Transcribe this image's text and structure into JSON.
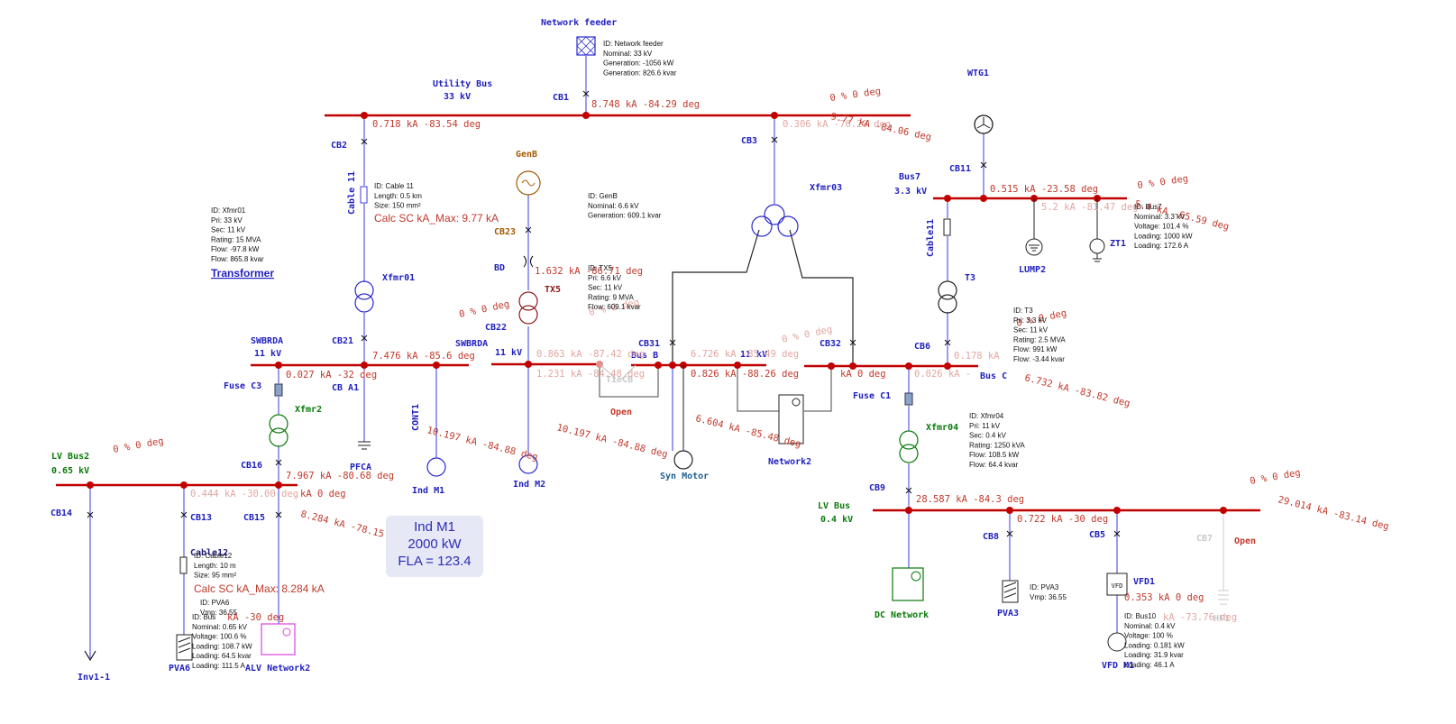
{
  "labels": {
    "network_feeder": "Network feeder",
    "utility_bus": "Utility Bus",
    "utility_bus_kv": "33 kV",
    "cb1": "CB1",
    "cb2": "CB2",
    "cb3": "CB3",
    "cable11": "Cable 11",
    "genb": "GenB",
    "cb23": "CB23",
    "bd": "BD",
    "tx5": "TX5",
    "cb22": "CB22",
    "xfmr01": "Xfmr01",
    "xfmr03": "Xfmr03",
    "wtg1": "WTG1",
    "bus7": "Bus7",
    "bus7_kv": "3.3 kV",
    "cb11": "CB11",
    "cable11b": "Cable11",
    "lump2": "LUMP2",
    "zt1": "ZT1",
    "t3": "T3",
    "cb6": "CB6",
    "bus_c": "Bus C",
    "swbrda_left": "SWBRDA",
    "swbrda_left_kv": "11 kV",
    "cb21": "CB21",
    "fuse_c3": "Fuse C3",
    "cb_a1": "CB A1",
    "xfmr2": "Xfmr2",
    "cont1": "CONT1",
    "pfca": "PFCA",
    "ind_m1": "Ind M1",
    "swbrda_mid": "SWBRDA",
    "swbrda_mid_kv": "11 kV",
    "ind_m2": "Ind M2",
    "tiecb": "TieCB",
    "open": "Open",
    "cb31": "CB31",
    "bus_b": "Bus B",
    "bus_b_kv": "11 kV",
    "syn_motor": "Syn Motor",
    "cb32": "CB32",
    "network2_mid": "Network2",
    "fuse_c1": "Fuse C1",
    "xfmr04": "Xfmr04",
    "cb9": "CB9",
    "lv_bus": "LV Bus",
    "lv_bus_kv": "0.4 kV",
    "dc_network": "DC Network",
    "cb8": "CB8",
    "pva3": "PVA3",
    "cb5": "CB5",
    "vfd1": "VFD1",
    "vfd_m1": "VFD M1",
    "cb7": "CB7",
    "open2": "Open",
    "hf1": "HF1",
    "lv_bus2": "LV Bus2",
    "lv_bus2_kv": "0.65 kV",
    "cb14": "CB14",
    "cb13": "CB13",
    "cb16": "CB16",
    "cb15": "CB15",
    "cable12": "Cable12",
    "inv1_1": "Inv1-1",
    "pva6": "PVA6",
    "alv_network2": "ALV Network2",
    "transformer_link": "Transformer"
  },
  "flows": {
    "cb1": "8.748 kA -84.29 deg",
    "cb2": "0.718 kA -83.54 deg",
    "cb3_faded": "0.306 kA -76.29 deg",
    "util_pct": "0 % 0 deg",
    "util_total": "9.77 kA -84.06 deg",
    "bus7": "0.515 kA -23.58 deg",
    "bus7_faded": "5.2 kA -81.47 deg",
    "bus7_pct": "0 % 0 deg",
    "bus7_total": "5.4 kA -65.59 deg",
    "bd": "1.632 kA -86.71 deg",
    "tx5_pct": "0 % 0 deg",
    "tx5_pct2": "0 % 0 deg",
    "swbrda_cb21": "7.476 kA -85.6 deg",
    "swbrda_fuse": "0.027 kA -32 deg",
    "swbrda_mid_faded1": "0.863 kA -87.42 deg",
    "swbrda_mid_faded2": "1.231 kA -84.48 deg",
    "cont1_total": "10.197 kA -84.88 deg",
    "mid_total": "10.197 kA -84.88 deg",
    "busb_faded": "6.726 kA -85.49 deg",
    "busb": "0.826 kA -88.26 deg",
    "busb_total": "6.604 kA -85.48 deg",
    "busb_pct": "0 % 0 deg",
    "busc_a": "kA 0 deg",
    "busc_faded": "0.178 kA",
    "busc_faded2": "0.026 kA -",
    "busc_pct": "0 % 0 deg",
    "busc_total": "6.732 kA -83.82 deg",
    "lvbus": "28.587 kA -84.3 deg",
    "lvbus_cb8": "0.722 kA -30 deg",
    "lvbus_pct": "0 % 0 deg",
    "lvbus_total": "29.014 kA -83.14 deg",
    "vfd": "0.353 kA 0 deg",
    "vfd_faded": "kA -73.76 deg",
    "lvbus2_cb16": "7.967 kA -80.68 deg",
    "lvbus2_cb15": "kA 0 deg",
    "lvbus2_faded": "0.444 kA -30.00 deg",
    "lvbus2_pct": "0 % 0 deg",
    "lvbus2_total": "8.284 kA -78.15 deg",
    "cable12_flow": "kA -30 deg"
  },
  "info": {
    "feeder": [
      "ID:  Network feeder",
      "Nominal:  33  kV",
      "Generation:  -1056  kW",
      "Generation:  826.6  kvar"
    ],
    "cable11": [
      "ID:  Cable 11",
      "Length:  0.5  km",
      "Size:  150  mm²"
    ],
    "genb": [
      "ID:  GenB",
      "Nominal:  6.6  kV",
      "Generation:  609.1  kvar"
    ],
    "xfmr01": [
      "ID:  Xfmr01",
      "Pri:  33  kV",
      "Sec:  11  kV",
      "Rating:  15  MVA",
      "Flow:  -97.8  kW",
      "Flow:  865.8  kvar"
    ],
    "tx5": [
      "ID:  TX5",
      "Pri:  6.6  kV",
      "Sec:  11  kV",
      "Rating:  9  MVA",
      "Flow:  609.1  kvar"
    ],
    "bus7": [
      "ID:  Bus7",
      "Nominal:  3.3  kV",
      "Voltage:  101.4  %",
      "Loading:  1000  kW",
      "Loading:  172.6  A"
    ],
    "t3": [
      "ID:  T3",
      "Pri:  3.3  kV",
      "Sec:  11  kV",
      "Rating:  2.5  MVA",
      "Flow:  991  kW",
      "Flow:  -3.44  kvar"
    ],
    "xfmr04": [
      "ID:  Xfmr04",
      "Pri:  11  kV",
      "Sec:  0.4  kV",
      "Rating:  1250  kVA",
      "Flow:  108.5  kW",
      "Flow:  64.4  kvar"
    ],
    "pva3": [
      "ID:  PVA3",
      "Vmp:  36.55"
    ],
    "bus10": [
      "ID:  Bus10",
      "Nominal:  0.4  kV",
      "Voltage:  100  %",
      "Loading:  0.181  kW",
      "Loading:  31.9  kvar",
      "Loading:  46.1  A"
    ],
    "cable12": [
      "ID:  Cable12",
      "Length:  10  m",
      "Size:  95  mm²"
    ],
    "pva6": [
      "ID:  PVA6",
      "Vmp:  36.55"
    ],
    "lvbus2": [
      "ID:  Bus",
      "Nominal:  0.65  kV",
      "Voltage:  100.6  %",
      "Loading:  108.7  kW",
      "Loading:  64.5  kvar",
      "Loading:  111.5  A"
    ]
  },
  "calc": {
    "cable11": "Calc SC kA_Max:  9.77  kA",
    "cable12": "Calc SC kA_Max:  8.284  kA"
  },
  "tooltip": {
    "title": "Ind M1",
    "power": "2000 kW",
    "fla": "FLA = 123.4"
  },
  "colors": {
    "bus": "#c00000",
    "node": "#c00000",
    "label_blue": "#1f1fbf",
    "label_green": "#0a7a0a",
    "flow_red": "#c0392b"
  }
}
